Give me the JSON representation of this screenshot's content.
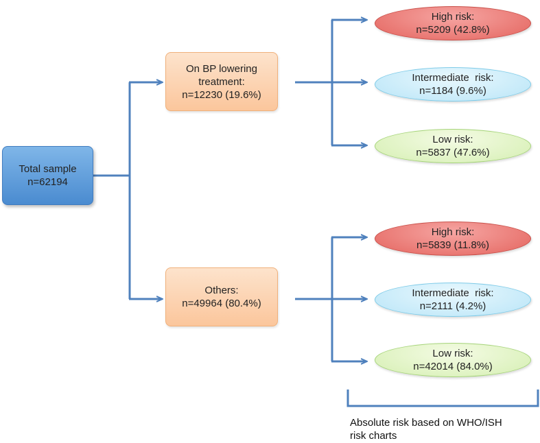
{
  "colors": {
    "connector": "#4f81bd",
    "total_fill": "#5b9bd5",
    "group_fill": "#fcd5b4",
    "high_risk_fill": "#e8706b",
    "intermediate_risk_fill": "#c6e9f8",
    "low_risk_fill": "#def2c2"
  },
  "total": {
    "line1": "Total sample",
    "line2": "n=62194"
  },
  "groups": [
    {
      "lines": [
        "On BP lowering",
        "treatment:",
        "n=12230 (19.6%)"
      ],
      "risks": [
        {
          "line1": "High risk:",
          "line2": "n=5209 (42.8%)"
        },
        {
          "line1": "Intermediate  risk:",
          "line2": "n=1184 (9.6%)"
        },
        {
          "line1": "Low risk:",
          "line2": "n=5837 (47.6%)"
        }
      ]
    },
    {
      "lines": [
        "Others:",
        "n=49964 (80.4%)"
      ],
      "risks": [
        {
          "line1": "High risk:",
          "line2": "n=5839 (11.8%)"
        },
        {
          "line1": "Intermediate  risk:",
          "line2": "n=2111 (4.2%)"
        },
        {
          "line1": "Low risk:",
          "line2": "n=42014 (84.0%)"
        }
      ]
    }
  ],
  "bracket_note": {
    "line1": "Absolute risk based on WHO/ISH",
    "line2": "risk charts"
  }
}
